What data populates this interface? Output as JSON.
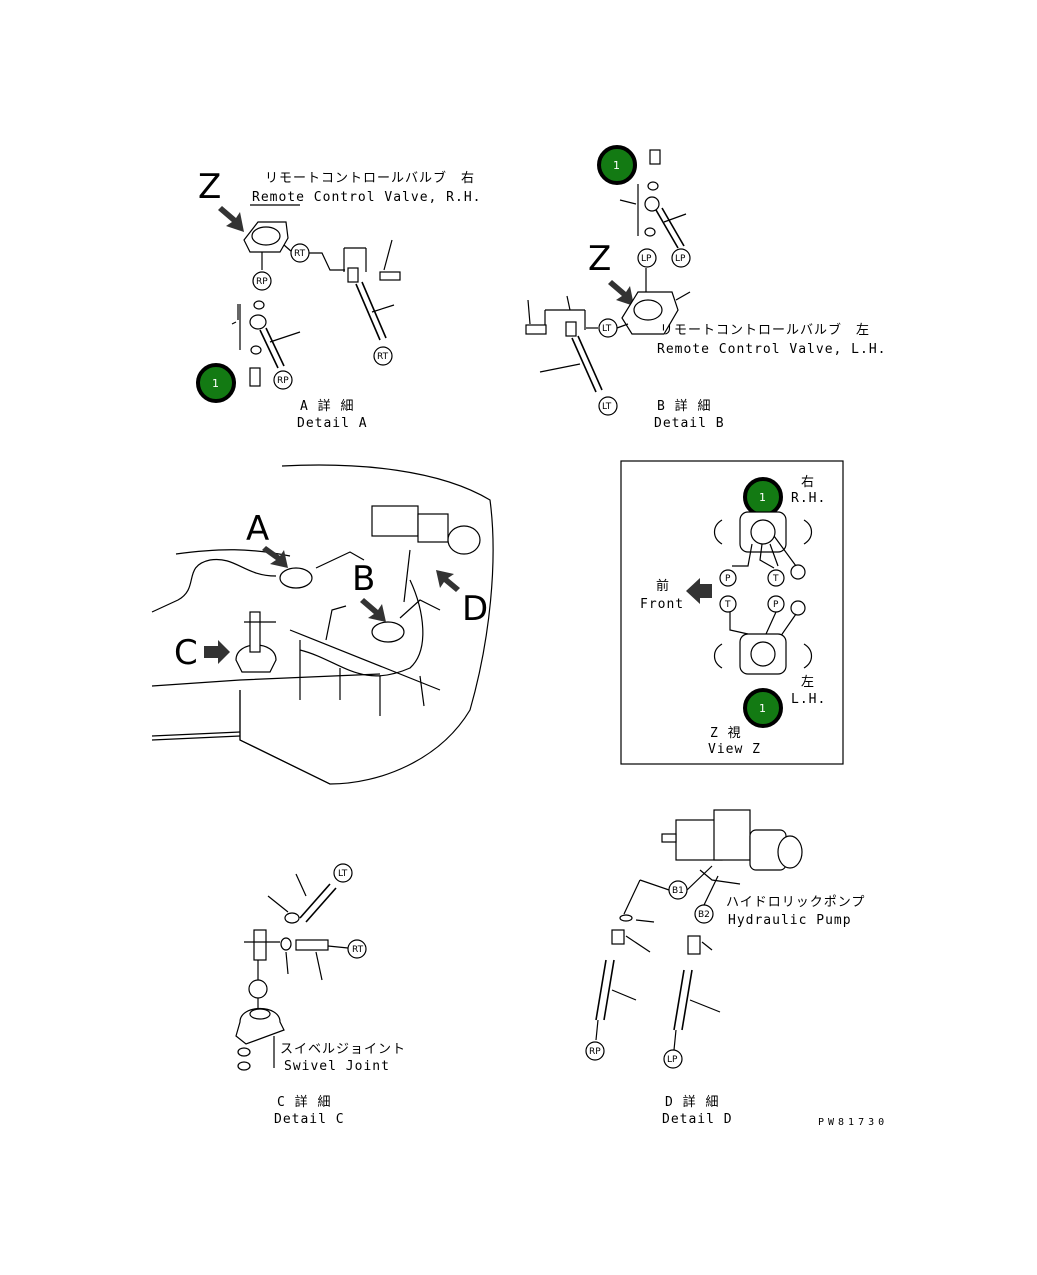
{
  "detail_a": {
    "label_jp": "リモートコントロールバルブ　右",
    "label_en": "Remote Control Valve, R.H.",
    "title_jp": "A 詳 細",
    "title_en": "Detail A",
    "view_letter": "Z",
    "tags": {
      "rt": "RT",
      "rp": "RP"
    },
    "callout": "1"
  },
  "detail_b": {
    "label_jp": "リモートコントロールバルブ　左",
    "label_en": "Remote Control Valve, L.H.",
    "title_jp": "B 詳 細",
    "title_en": "Detail B",
    "view_letter": "Z",
    "tags": {
      "lp": "LP",
      "lt": "LT"
    },
    "callout": "1"
  },
  "main_view": {
    "letters": {
      "a": "A",
      "b": "B",
      "c": "C",
      "d": "D"
    }
  },
  "view_z": {
    "rh_jp": "右",
    "rh_en": "R.H.",
    "lh_jp": "左",
    "lh_en": "L.H.",
    "front_jp": "前",
    "front_en": "Front",
    "ports": {
      "p": "P",
      "t": "T"
    },
    "title_jp": "Z 視",
    "title_en": "View Z",
    "callout": "1"
  },
  "detail_c": {
    "label_jp": "スイベルジョイント",
    "label_en": "Swivel Joint",
    "title_jp": "C 詳 細",
    "title_en": "Detail C",
    "tags": {
      "lt": "LT",
      "rt": "RT"
    }
  },
  "detail_d": {
    "label_jp": "ハイドロリックポンプ",
    "label_en": "Hydraulic Pump",
    "title_jp": "D 詳 細",
    "title_en": "Detail D",
    "tags": {
      "b1": "B1",
      "b2": "B2",
      "rp": "RP",
      "lp": "LP"
    }
  },
  "drawing_number": "PW81730",
  "colors": {
    "callout": "#137a13",
    "line": "#000000"
  }
}
